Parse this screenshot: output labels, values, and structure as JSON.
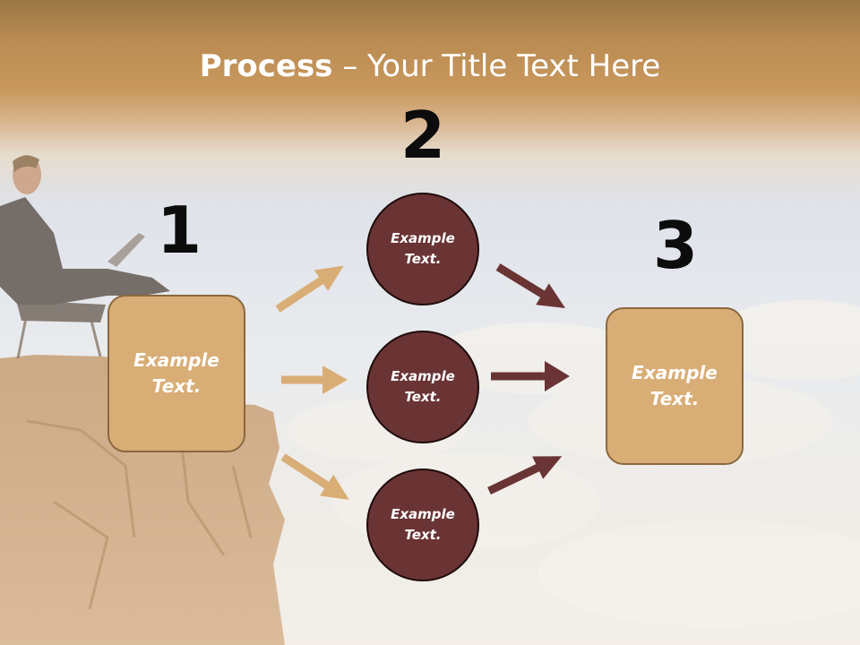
{
  "slide": {
    "title_bold": "Process",
    "title_rest": " – Your Title Text Here",
    "steps": [
      {
        "number": "1",
        "label_line1": "Example",
        "label_line2": "Text."
      },
      {
        "number": "2",
        "circles": [
          {
            "label_line1": "Example",
            "label_line2": "Text."
          },
          {
            "label_line1": "Example",
            "label_line2": "Text."
          },
          {
            "label_line1": "Example",
            "label_line2": "Text."
          }
        ]
      },
      {
        "number": "3",
        "label_line1": "Example",
        "label_line2": "Text."
      }
    ]
  },
  "colors": {
    "box_fill": "#d9ad76",
    "circle_fill": "#6a3434",
    "light_arrow": "#d9ad76",
    "dark_arrow": "#6a3434",
    "title_text": "#ffffff",
    "number_text": "#0c0c0c"
  },
  "icons": [
    "arrow-right-icon"
  ]
}
